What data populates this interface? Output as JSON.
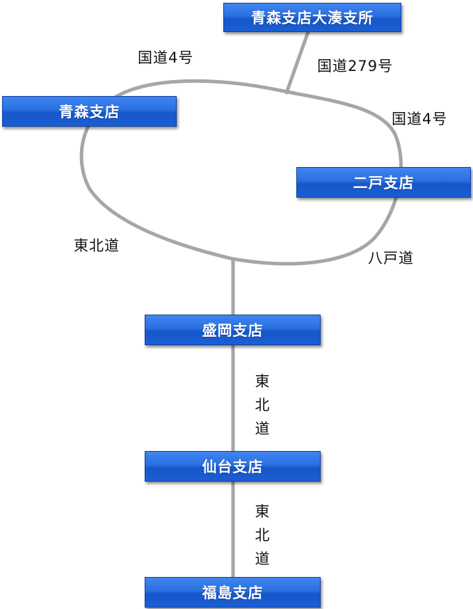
{
  "branches": {
    "ominato": "青森支店大湊支所",
    "aomori": "青森支店",
    "ninohe": "二戸支店",
    "morioka": "盛岡支店",
    "sendai": "仙台支店",
    "fukushima": "福島支店"
  },
  "roads": {
    "route4_northwest": "国道4号",
    "route279": "国道279号",
    "route4_east": "国道4号",
    "tohoku_expressway": "東北道",
    "hachinohe_expressway": "八戸道",
    "tohoku_morioka_sendai": [
      "東",
      "北",
      "道"
    ],
    "tohoku_sendai_fukushima": [
      "東",
      "北",
      "道"
    ]
  },
  "colors": {
    "branch_fill": "#2a6fe0",
    "branch_border": "#0d3f9e",
    "road_line": "#a6a6a6",
    "text": "#111111"
  }
}
